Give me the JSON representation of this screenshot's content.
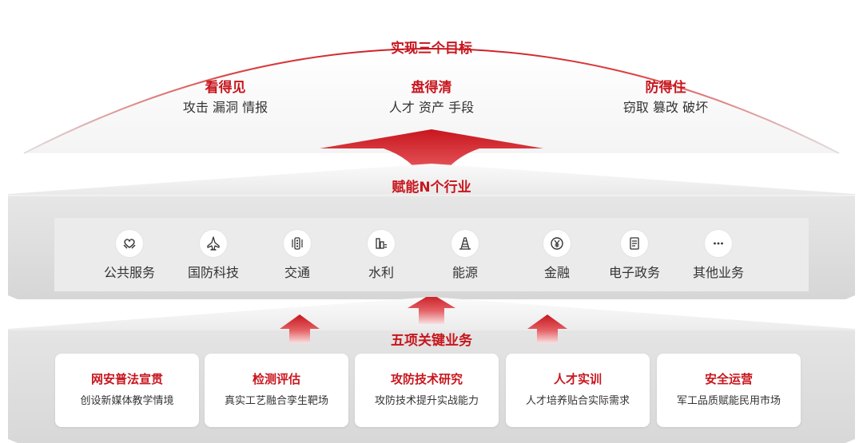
{
  "goals": {
    "title": "实现三个目标",
    "items": [
      {
        "title": "看得见",
        "subtitle": "攻击 漏洞 情报"
      },
      {
        "title": "盘得清",
        "subtitle": "人才 资产 手段"
      },
      {
        "title": "防得住",
        "subtitle": "窃取 篡改 破坏"
      }
    ]
  },
  "industries": {
    "title": "赋能N个行业",
    "items": [
      {
        "label": "公共服务",
        "icon": "hands-heart-icon"
      },
      {
        "label": "国防科技",
        "icon": "fighter-jet-icon"
      },
      {
        "label": "交通",
        "icon": "traffic-light-icon"
      },
      {
        "label": "水利",
        "icon": "dam-icon"
      },
      {
        "label": "能源",
        "icon": "power-tower-icon"
      },
      {
        "label": "金融",
        "icon": "yuan-coin-icon"
      },
      {
        "label": "电子政务",
        "icon": "document-icon"
      },
      {
        "label": "其他业务",
        "icon": "more-icon"
      }
    ]
  },
  "services": {
    "title": "五项关键业务",
    "items": [
      {
        "title": "网安普法宣贯",
        "desc": "创设新媒体教学情境"
      },
      {
        "title": "检测评估",
        "desc": "真实工艺融合孪生靶场"
      },
      {
        "title": "攻防技术研究",
        "desc": "攻防技术提升实战能力"
      },
      {
        "title": "人才实训",
        "desc": "人才培养贴合实际需求"
      },
      {
        "title": "安全运营",
        "desc": "军工品质赋能民用市场"
      }
    ]
  },
  "colors": {
    "accent": "#c8161e",
    "slab_top": "#f0f0f0",
    "slab_front": "#dcdcdc",
    "text": "#333333"
  }
}
